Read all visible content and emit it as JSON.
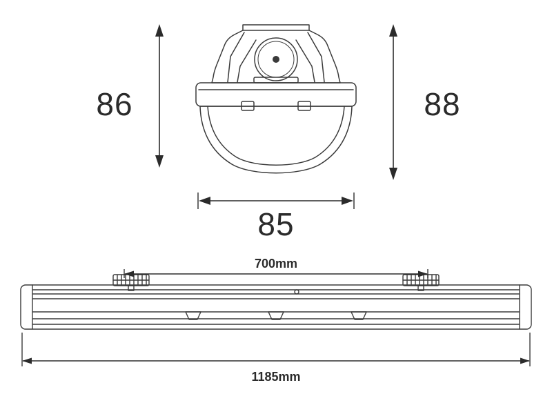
{
  "diagram": {
    "type": "technical-dimension-drawing",
    "background": "#ffffff",
    "line_color": "#3a3a3a",
    "text_color": "#2b2b2b",
    "end_view": {
      "dim_height_left": "86",
      "dim_height_right": "88",
      "dim_width": "85"
    },
    "side_view": {
      "dim_mount_spacing": "700mm",
      "dim_overall_length": "1185mm"
    }
  }
}
